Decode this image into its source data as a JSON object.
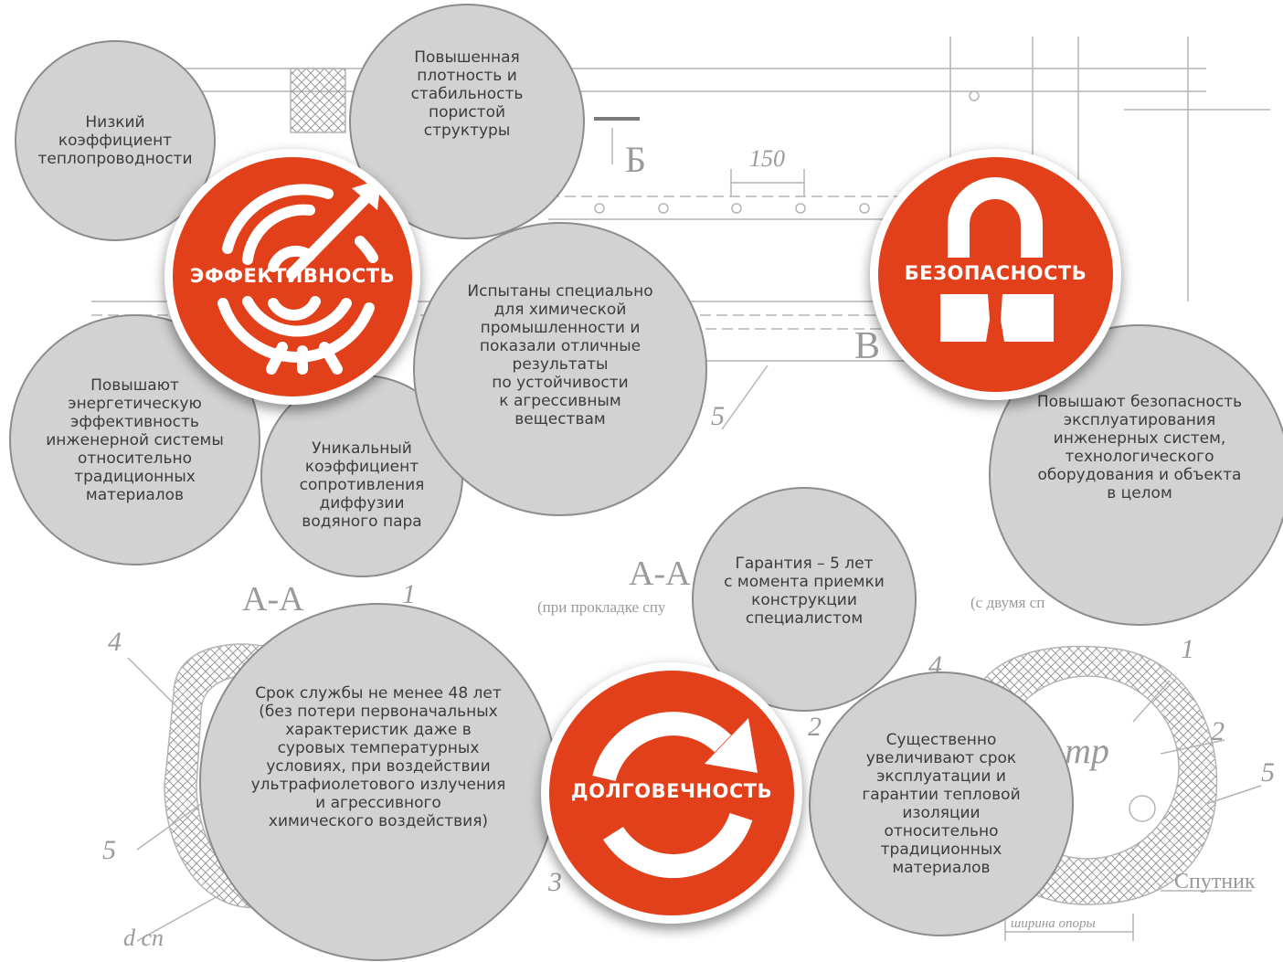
{
  "hubs": {
    "efficiency": {
      "label": "ЭФФЕКТИВНОСТЬ",
      "color": "#e2401a",
      "icon": "target-arrow-icon"
    },
    "safety": {
      "label": "БЕЗОПАСНОСТЬ",
      "color": "#e2401a",
      "icon": "padlock-icon"
    },
    "durability": {
      "label": "ДОЛГОВЕЧНОСТЬ",
      "color": "#e2401a",
      "icon": "circular-arrow-icon"
    }
  },
  "bubbles": {
    "low_conductivity": "Низкий\nкоэффициент\nтеплопроводности",
    "density": "Повышенная\nплотность и\nстабильность\nпористой\nструктуры",
    "chemical": "Испытаны специально\nдля химической\nпромышленности и\nпоказали отличные\nрезультаты\nпо устойчивости\nк агрессивным\nвеществам",
    "energy": "Повышают\nэнергетическую\nэффективность\nинженерной системы\nотносительно\nтрадиционных\nматериалов",
    "vapor": "Уникальный\nкоэффициент\nсопротивления\nдиффузии\nводяного пара",
    "safety_text": "Повышают безопасность\nэксплуатирования\nинженерных систем,\nтехнологического\nоборудования и объекта\nв целом",
    "warranty": "Гарантия – 5 лет\nс момента приемки\nконструкции\nспециалистом",
    "service_life": "Срок службы не менее 48 лет\n(без потери первоначальных\nхарактеристик даже в\nсуровых температурных\nусловиях, при воздействии\nультрафиолетового излучения\nи агрессивного\nхимического воздействия)",
    "lifetime": "Существенно\nувеличивают срок\nэксплуатации и\nгарантии тепловой\nизоляции\nотносительно\nтрадиционных\nматериалов"
  },
  "drawing": {
    "labels": {
      "b": "Б",
      "v": "В",
      "dim_150": "150",
      "n1": "1",
      "n2": "2",
      "n3": "3",
      "n4": "4",
      "n5": "5",
      "section_aa": "А-А",
      "note_laying": "(при прокладке спу",
      "note_two": "(с двумя сп",
      "d_sp": "d сп",
      "d_tr": "d тр",
      "sputnik": "Спутник",
      "support_width": "ширина опоры"
    }
  }
}
